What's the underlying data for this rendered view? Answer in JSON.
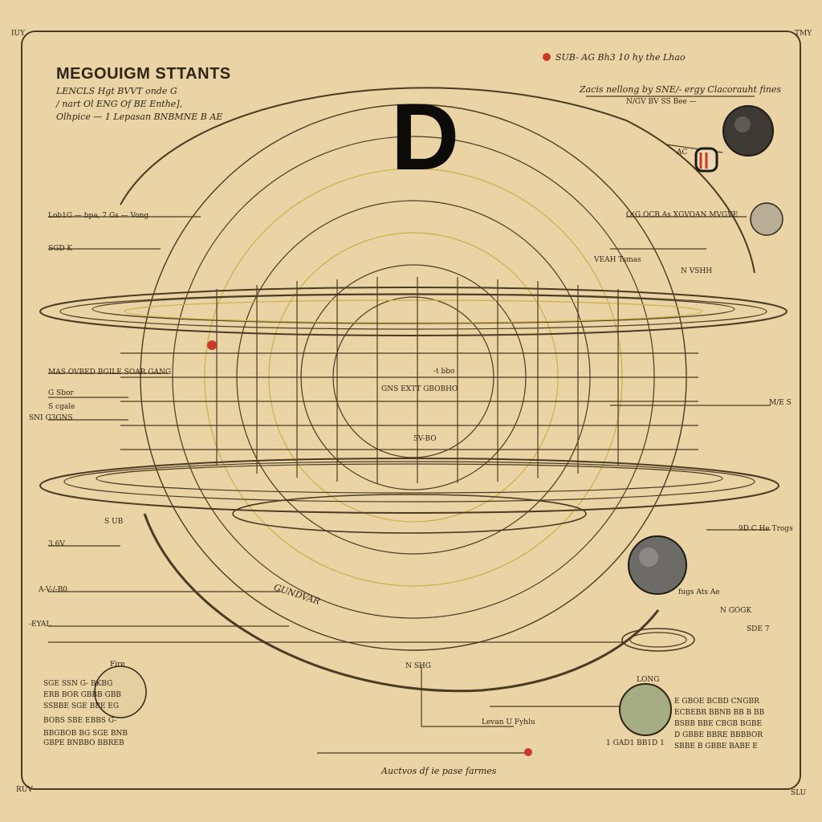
{
  "diagram": {
    "title": "MEGOUIGM STTANTS",
    "big_letter": "D",
    "header_lines": [
      "LENCLS Hgt BVVT onde G",
      "/ nart Ol ENG Of BE Enthe],",
      "Olhpice — 1 Lepasan BNBMNE B AE"
    ],
    "top_right_caption": "SUB- AG Bh3 10 hy the Lhao",
    "top_right_line2": "Zacis nellong by SNE/- ergy Clacorauht fines",
    "top_right_line3": "N/GV BV SS Bee —",
    "planet_label_ac": "AC",
    "left_labels": [
      "Lob1G — bpa, 7 Gs — Vong",
      "SGD K",
      "MAS OVBED BGILE SOAR GANG",
      "G Sbor",
      "S cgale",
      "SNI G3GNS",
      "S UB",
      "3.6V",
      "A-V-/-B0",
      "-EYAL"
    ],
    "right_labels": [
      "O(G OCB As XGVOAN MVGVE",
      "VEAH Tsmas",
      "N VSHH",
      "M/E S",
      "9D C He Trogs",
      "fugs Ats Ae",
      "N GOGK",
      "SDE 7",
      "LONG"
    ],
    "center_labels": [
      "-t bbo",
      "GNS EXTT GBOBHO",
      "5V-BO",
      "GUNDVAR",
      "N SHG"
    ],
    "bottom_left_title": "Fire",
    "bottom_left_legend": [
      "SGE SSN G- BKBG",
      "ERB BOR GBBB GBB",
      "SSBBE SGE BBE EG",
      "BOBS SBE EBBS G-",
      "BBGBOB BG SGE BNB",
      "GBPE BNBBO BBREB"
    ],
    "bottom_right_legend": [
      "E GBOE BCBD CNGBR",
      "ECBEBR BBNB BB B BB",
      "BSBB BBE CBGB BGBE",
      "D GBBE BBRE BBBBOR",
      "SBBE B GBBE BABE E"
    ],
    "bottom_right_code": "1 GAD1 BB1D 1",
    "bottom_center_label": "Levan U Fyhlu",
    "bottom_caption": "Auctvos df ie pase farmes",
    "corner_marks": [
      "IUY",
      "TMY",
      "RUV",
      "SLU"
    ],
    "colors": {
      "paper": "#ead3a5",
      "ink": "#2f2616",
      "accent_yellow": "#d8c35a",
      "marker_red": "#c83a2a"
    },
    "icons": [
      "planet-dark-icon",
      "planet-small-icon",
      "planet-gray-icon",
      "planet-green-icon",
      "planet-sketch-icon",
      "red-dot-icon",
      "ring-disc-icon"
    ]
  }
}
